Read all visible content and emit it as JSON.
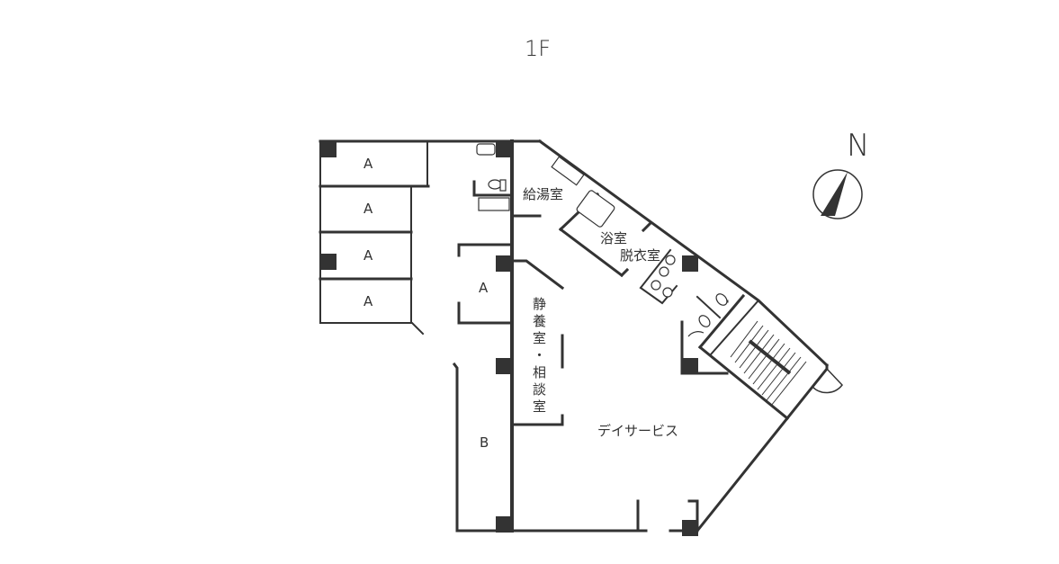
{
  "floor": {
    "title": "1F"
  },
  "compass": {
    "label": "N",
    "icon": "north-arrow-icon"
  },
  "rooms": {
    "a1": "A",
    "a2": "A",
    "a3": "A",
    "a4": "A",
    "a5": "A",
    "b": "B",
    "kitchenette": "給湯室",
    "bathroom": "浴室",
    "changing_room": "脱衣室",
    "rest_consult": "静養室・相談室",
    "day_service": "デイサービス"
  },
  "colors": {
    "wall": "#333333",
    "column": "#333333",
    "background": "#ffffff"
  }
}
